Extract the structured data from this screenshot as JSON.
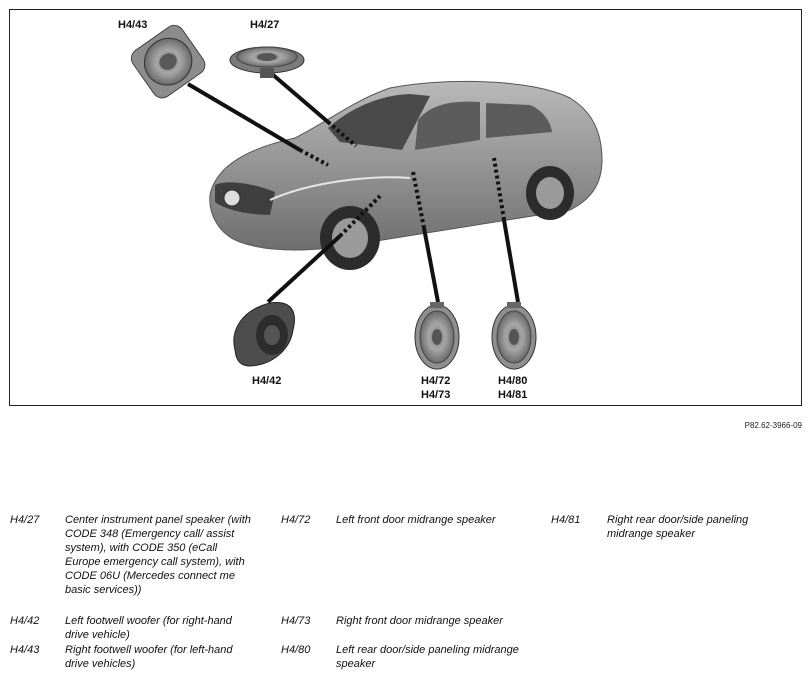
{
  "callouts": {
    "h4_43": "H4/43",
    "h4_27": "H4/27",
    "h4_42": "H4/42",
    "h4_72": "H4/72",
    "h4_73": "H4/73",
    "h4_80": "H4/80",
    "h4_81": "H4/81"
  },
  "figure_ref": "P82.62-3966-09",
  "legend": [
    {
      "code": "H4/27",
      "desc": "Center instrument panel speaker (with CODE 348 (Emergency call/ assist system), with CODE 350 (eCall Europe emergency call system), with CODE 06U (Mercedes connect me basic services))"
    },
    {
      "code": "H4/42",
      "desc": "Left footwell woofer (for right-hand drive vehicle)"
    },
    {
      "code": "H4/43",
      "desc": "Right footwell woofer (for left-hand drive vehicles)"
    },
    {
      "code": "H4/72",
      "desc": "Left front door midrange speaker"
    },
    {
      "code": "H4/73",
      "desc": "Right front door midrange speaker"
    },
    {
      "code": "H4/80",
      "desc": "Left rear door/side paneling midrange speaker"
    },
    {
      "code": "H4/81",
      "desc": "Right rear door/side paneling midrange speaker"
    }
  ]
}
